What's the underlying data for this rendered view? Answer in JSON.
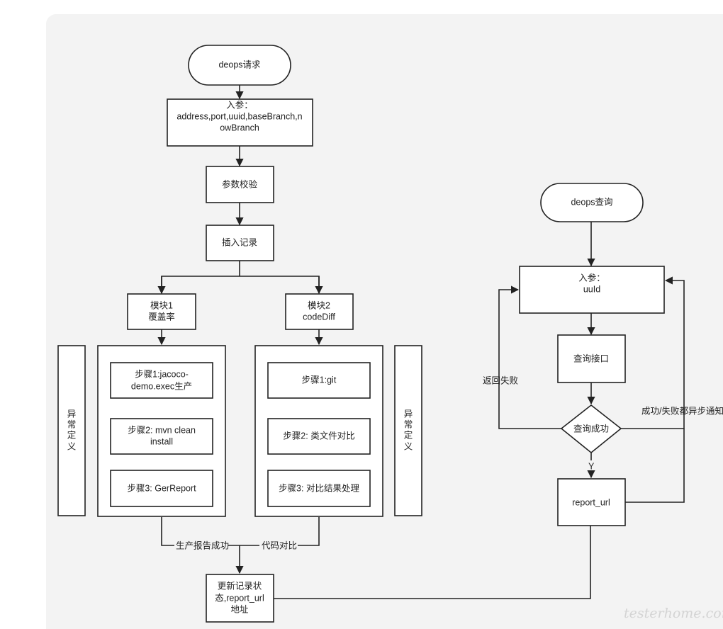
{
  "nodes": {
    "request": "deops请求",
    "params_1": "入参：",
    "params_2": "address,port,uuid,baseBranch,n",
    "params_3": "owBranch",
    "validate": "参数校验",
    "insert": "插入记录",
    "module1_1": "模块1",
    "module1_2": "覆盖率",
    "module2_1": "模块2",
    "module2_2": "codeDiff",
    "exception_left": [
      "异",
      "常",
      "定",
      "义"
    ],
    "exception_right": [
      "异",
      "常",
      "定",
      "义"
    ],
    "m1_step1_1": "步骤1:jacoco-",
    "m1_step1_2": "demo.exec生产",
    "m1_step2_1": "步骤2: mvn clean",
    "m1_step2_2": "install",
    "m1_step3": "步骤3: GerReport",
    "m2_step1": "步骤1:git",
    "m2_step2": "步骤2: 类文件对比",
    "m2_step3": "步骤3: 对比结果处理",
    "update_1": "更新记录状",
    "update_2": "态,report_url",
    "update_3": "地址",
    "query": "deops查询",
    "q_params_1": "入参：",
    "q_params_2": "uuId",
    "query_api": "查询接口",
    "query_success": "查询成功",
    "report_url": "report_url"
  },
  "edges": {
    "report_success": "生产报告成功",
    "code_compare": "代码对比",
    "return_fail": "返回失败",
    "async_notify": "成功/失败都异步通知",
    "yes": "Y"
  },
  "watermark": "testerhome.com"
}
